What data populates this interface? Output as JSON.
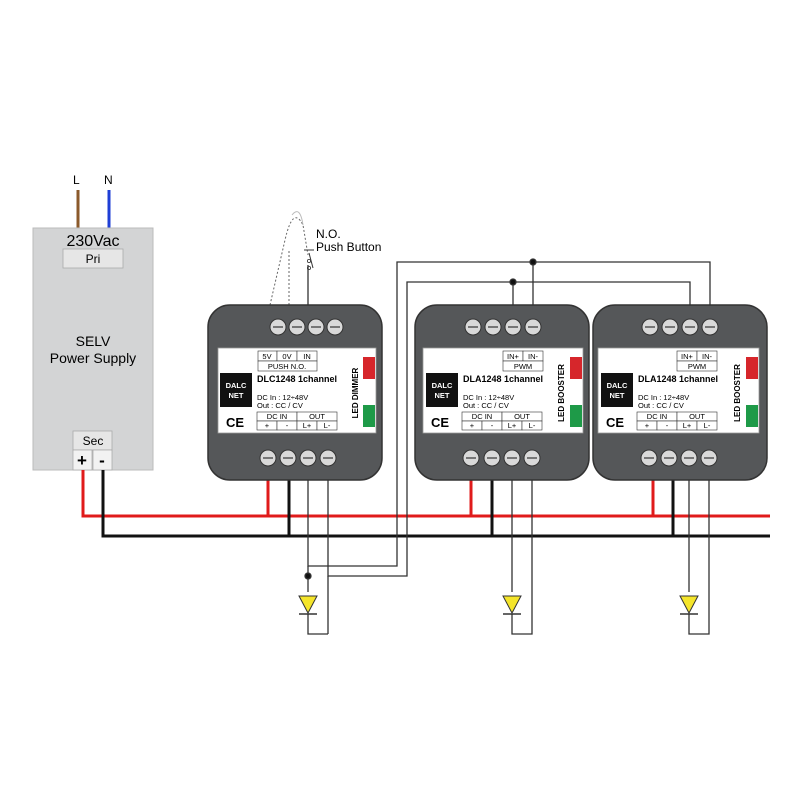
{
  "mains": {
    "live_label": "L",
    "neutral_label": "N",
    "live_color": "#8b5a2b",
    "neutral_color": "#1f3fd6"
  },
  "psu": {
    "voltage": "230Vac",
    "pri": "Pri",
    "title_line1": "SELV",
    "title_line2": "Power Supply",
    "sec": "Sec",
    "plus": "+",
    "minus": "-"
  },
  "push_button": {
    "line1": "N.O.",
    "line2": "Push Button"
  },
  "dimmer": {
    "brand_line1": "DALC",
    "brand_line2": "NET",
    "model": "DLC1248 1channel",
    "dc_in_spec": "DC In : 12÷48V",
    "out_spec": "Out : CC / CV",
    "side_label": "LED DIMMER",
    "top_terms": [
      "5V",
      "0V",
      "IN"
    ],
    "top_group": "PUSH N.O.",
    "dc_in": "DC IN",
    "out": "OUT",
    "bottom_terms": [
      "+",
      "-",
      "L+",
      "L-"
    ],
    "ce": "CE"
  },
  "booster1": {
    "brand_line1": "DALC",
    "brand_line2": "NET",
    "model": "DLA1248 1channel",
    "dc_in_spec": "DC In : 12÷48V",
    "out_spec": "Out : CC / CV",
    "side_label": "LED BOOSTER",
    "top_terms": [
      "IN+",
      "IN-"
    ],
    "top_group": "PWM",
    "dc_in": "DC IN",
    "out": "OUT",
    "bottom_terms": [
      "+",
      "-",
      "L+",
      "L-"
    ],
    "ce": "CE"
  },
  "booster2": {
    "brand_line1": "DALC",
    "brand_line2": "NET",
    "model": "DLA1248 1channel",
    "dc_in_spec": "DC In : 12÷48V",
    "out_spec": "Out : CC / CV",
    "side_label": "LED BOOSTER",
    "top_terms": [
      "IN+",
      "IN-"
    ],
    "top_group": "PWM",
    "dc_in": "DC IN",
    "out": "OUT",
    "bottom_terms": [
      "+",
      "-",
      "L+",
      "L-"
    ],
    "ce": "CE"
  },
  "colors": {
    "positive_wire": "#e01b1b",
    "negative_wire": "#111111",
    "signal_wire": "#333333",
    "led_fill": "#f5e52a",
    "module_body": "#555759",
    "label_red": "#d6262b",
    "label_green": "#1e9a48"
  }
}
